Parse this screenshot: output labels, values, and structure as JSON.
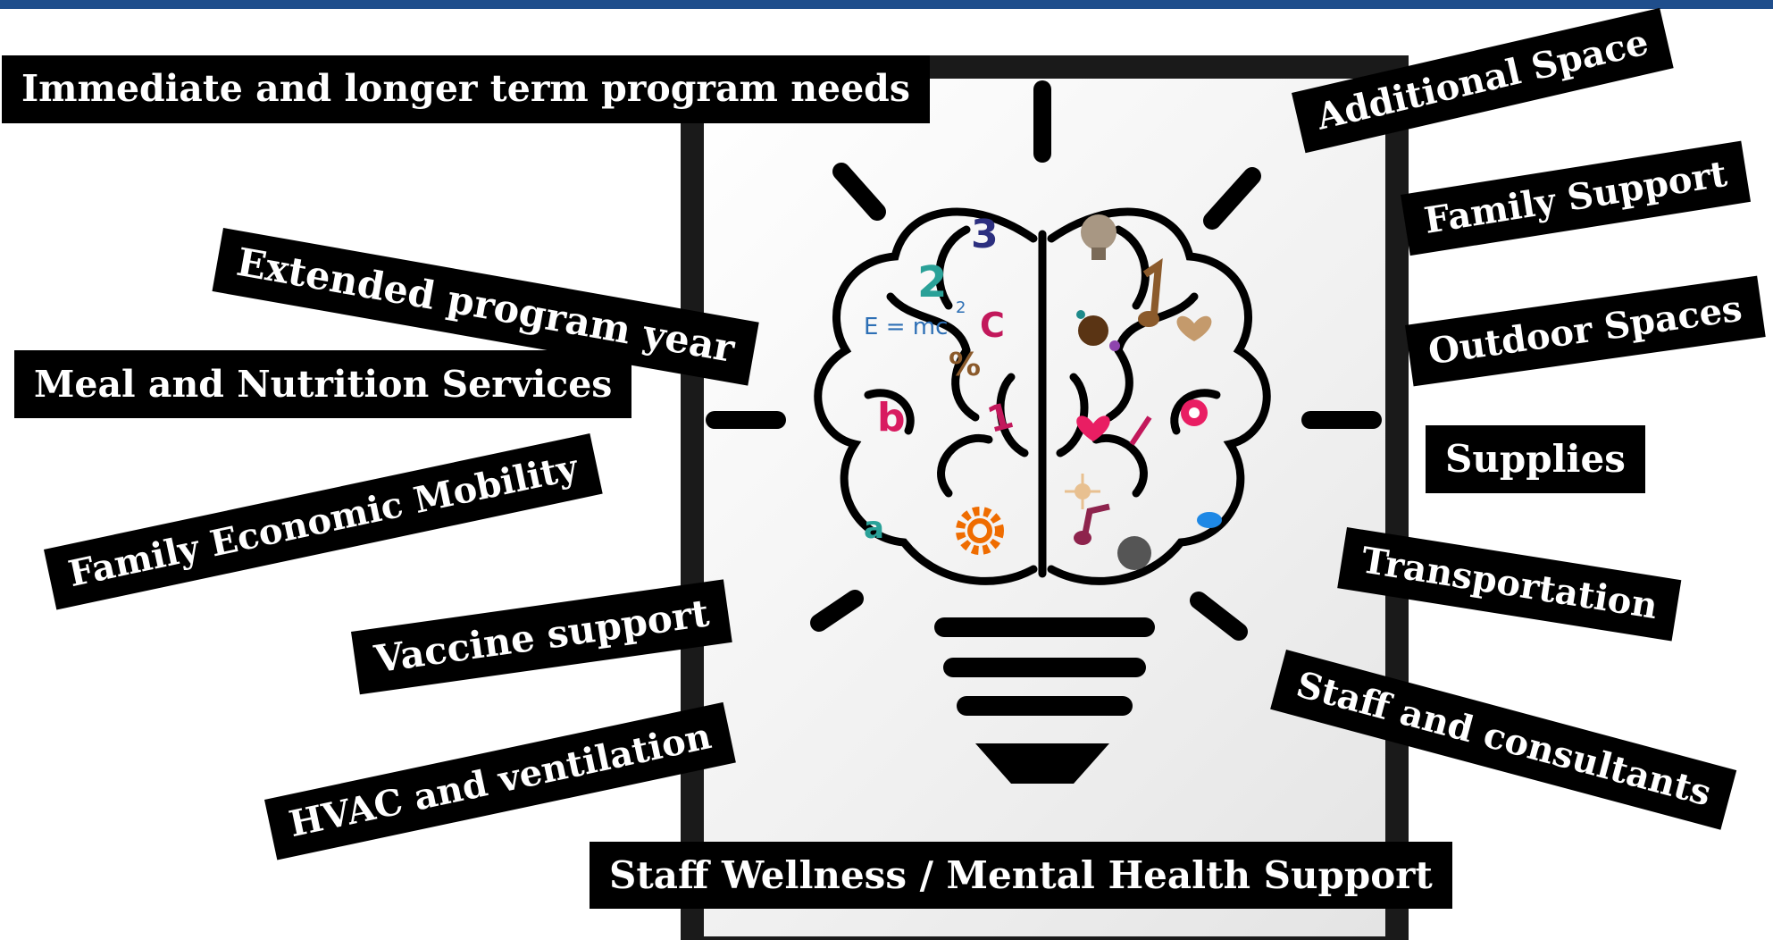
{
  "labels": {
    "immediate": "Immediate and longer term program needs",
    "extended": "Extended program year",
    "meal": "Meal and Nutrition Services",
    "mobility": "Family Economic Mobility",
    "vaccine": "Vaccine support",
    "hvac": "HVAC and ventilation",
    "wellness": "Staff Wellness / Mental Health Support",
    "space": "Additional Space",
    "family": "Family Support",
    "outdoor": "Outdoor Spaces",
    "supplies": "Supplies",
    "transport": "Transportation",
    "staff": "Staff and consultants"
  },
  "brain": {
    "left": [
      "3",
      "2",
      "E = mc",
      "2",
      "C",
      "%",
      "b",
      "1",
      "a"
    ],
    "icons": [
      "bulb-icon",
      "music-note-icon",
      "heart-icon",
      "gear-icon",
      "flower-icon",
      "sun-icon",
      "splat-icon",
      "leaf-icon"
    ]
  },
  "colors": {
    "topbar": "#1f4e8c",
    "label_bg": "#000000",
    "label_text": "#ffffff"
  }
}
